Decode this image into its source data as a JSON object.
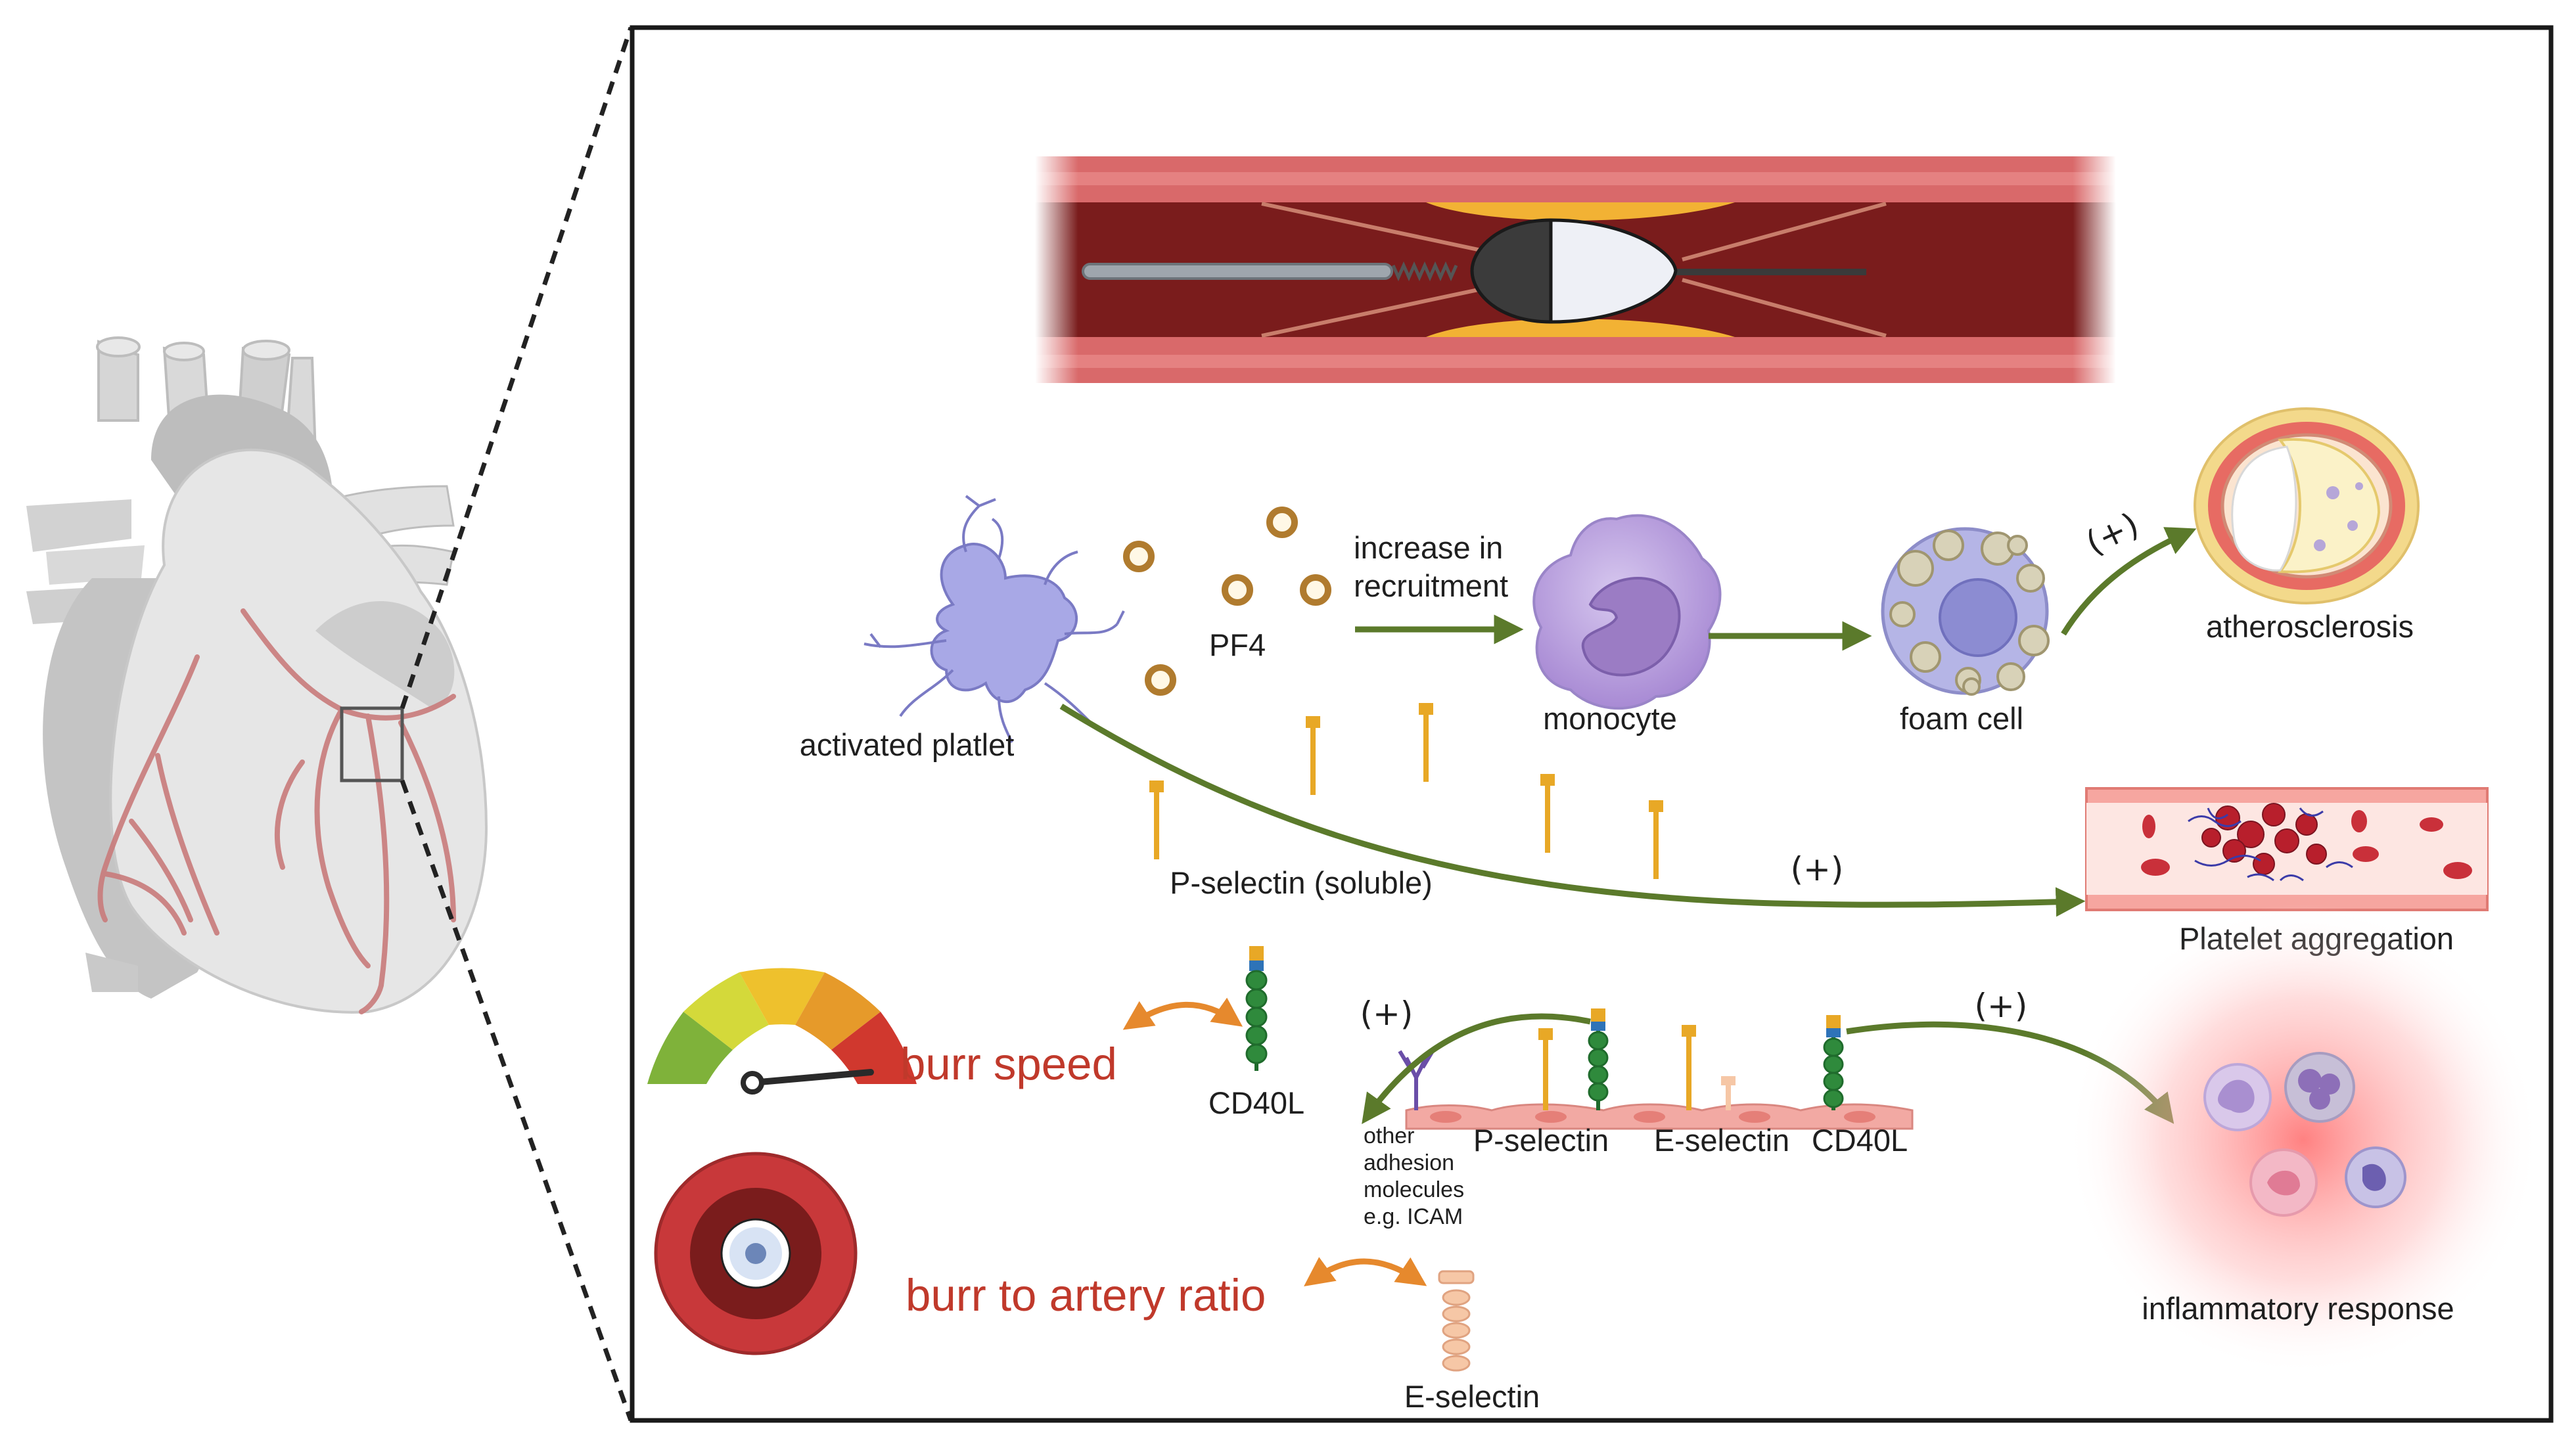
{
  "labels": {
    "activated_platlet": "activated platlet",
    "pf4": "PF4",
    "increase_in": "increase in",
    "recruitment": "recruitment",
    "monocyte": "monocyte",
    "foam_cell": "foam cell",
    "atherosclerosis": "atherosclerosis",
    "p_selectin_soluble": "P-selectin (soluble)",
    "platelet_aggregation": "Platelet aggregation",
    "burr_speed": "burr speed",
    "cd40l": "CD40L",
    "burr_to_artery_ratio": "burr to artery ratio",
    "e_selectin": "E-selectin",
    "inflammatory_response": "inflammatory response",
    "other_adhesion": [
      "other",
      "adhesion",
      "molecules",
      "e.g. ICAM"
    ],
    "membrane_p_selectin": "P-selectin",
    "membrane_e_selectin": "E-selectin",
    "membrane_cd40l": "CD40L",
    "plus_sign": "(+)"
  },
  "colors": {
    "arrow_green": "#5b7a2b",
    "burr_red": "#c0392b",
    "vessel_dark": "#7a1c1c",
    "vessel_light": "#d9696a",
    "plaque": "#f2b234",
    "platelet": "#a8a8e6",
    "monocyte": "#b9a3dc",
    "foam_cell": "#a9a9df",
    "pf4": "#b07b2e",
    "selectin": "#e8a826",
    "cd40l": "#2f8a3c",
    "orange_arrow": "#e6892d",
    "heart": "#c9c9c9",
    "coronary": "#c97b7b"
  },
  "icons": [
    "heart-illustration",
    "rotational-atherectomy-burr",
    "platelet-icon",
    "monocyte-icon",
    "foam-cell-icon",
    "artery-cross-section-icon",
    "gauge-icon",
    "burr-cross-section-icon",
    "blood-vessel-icon",
    "inflammatory-cells-icon"
  ]
}
